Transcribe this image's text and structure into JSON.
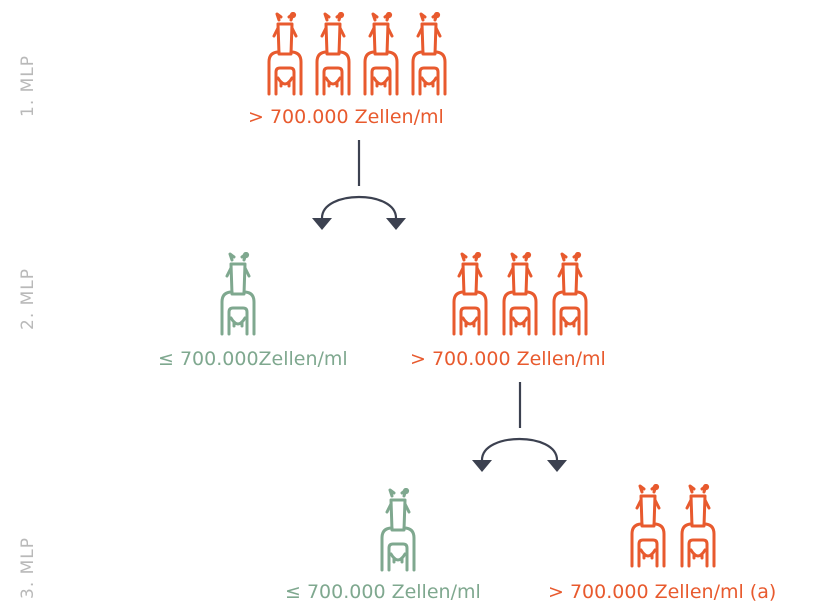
{
  "colors": {
    "high": "#E85A2E",
    "low": "#7FA88F",
    "stage_label": "#B9B9B9",
    "arrow": "#3C4150"
  },
  "icons": {
    "cow": "cow-udder-icon"
  },
  "stages": [
    {
      "label": "1. MLP"
    },
    {
      "label": "2. MLP"
    },
    {
      "label": "3. MLP"
    }
  ],
  "groups": {
    "stage1_high": {
      "cows": 4,
      "label": "> 700.000 Zellen/ml"
    },
    "stage2_low": {
      "cows": 1,
      "label": "≤ 700.000Zellen/ml"
    },
    "stage2_high": {
      "cows": 3,
      "label": "> 700.000 Zellen/ml"
    },
    "stage3_low": {
      "cows": 1,
      "label": "≤ 700.000 Zellen/ml"
    },
    "stage3_high": {
      "cows": 2,
      "label": "> 700.000 Zellen/ml (a)"
    }
  }
}
